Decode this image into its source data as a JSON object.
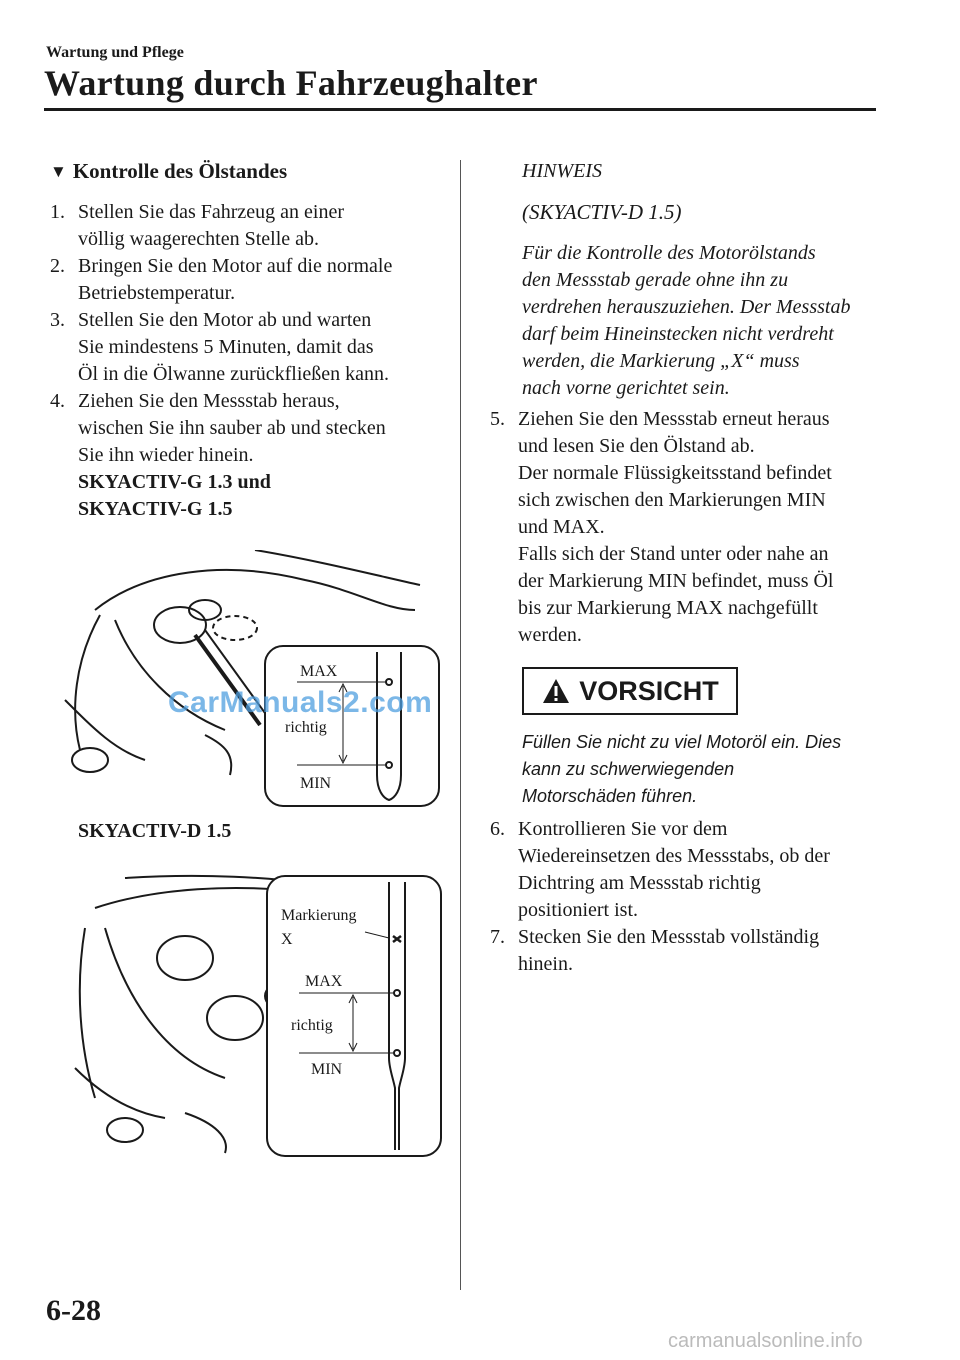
{
  "header": {
    "section": "Wartung und Pflege",
    "title": "Wartung durch Fahrzeughalter"
  },
  "left": {
    "heading": "Kontrolle des Ölstandes",
    "steps": [
      {
        "num": "1.",
        "lines": [
          "Stellen Sie das Fahrzeug an einer",
          "völlig waagerechten Stelle ab."
        ]
      },
      {
        "num": "2.",
        "lines": [
          "Bringen Sie den Motor auf die normale",
          "Betriebstemperatur."
        ]
      },
      {
        "num": "3.",
        "lines": [
          "Stellen Sie den Motor ab und warten",
          "Sie mindestens 5 Minuten, damit das",
          "Öl in die Ölwanne zurückfließen kann."
        ]
      },
      {
        "num": "4.",
        "lines": [
          "Ziehen Sie den Messstab heraus,",
          "wischen Sie ihn sauber ab und stecken",
          "Sie ihn wieder hinein."
        ]
      }
    ],
    "variant1_line1": "SKYACTIV-G 1.3 und",
    "variant1_line2": "SKYACTIV-G 1.5",
    "variant2": "SKYACTIV-D 1.5"
  },
  "figure1": {
    "max": "MAX",
    "mid": "richtig",
    "min": "MIN"
  },
  "figure2": {
    "mark_line1": "Markierung",
    "mark_line2": "X",
    "max": "MAX",
    "mid": "richtig",
    "min": "MIN"
  },
  "right": {
    "hinweis_title": "HINWEIS",
    "hinweis_sub": "(SKYACTIV-D 1.5)",
    "hinweis_lines": [
      "Für die Kontrolle des Motorölstands",
      "den Messstab gerade ohne ihn zu",
      "verdrehen herauszuziehen. Der Messstab",
      "darf beim Hineinstecken nicht verdreht",
      "werden, die Markierung „X“ muss",
      "nach vorne gerichtet sein."
    ],
    "step5_num": "5.",
    "step5_lines": [
      "Ziehen Sie den Messstab erneut heraus",
      "und lesen Sie den Ölstand ab."
    ],
    "step5_extra1": [
      "Der normale Flüssigkeitsstand befindet",
      "sich zwischen den Markierungen MIN",
      "und MAX."
    ],
    "step5_extra2": [
      "Falls sich der Stand unter oder nahe an",
      "der Markierung MIN befindet, muss Öl",
      "bis zur Markierung MAX nachgefüllt",
      "werden."
    ],
    "warning_label": "VORSICHT",
    "warning_lines": [
      "Füllen Sie nicht zu viel Motoröl ein. Dies",
      "kann zu schwerwiegenden",
      "Motorschäden führen."
    ],
    "step6_num": "6.",
    "step6_lines": [
      "Kontrollieren Sie vor dem",
      "Wiedereinsetzen des Messstabs, ob der",
      "Dichtring am Messstab richtig",
      "positioniert ist."
    ],
    "step7_num": "7.",
    "step7_lines": [
      "Stecken Sie den Messstab vollständig",
      "hinein."
    ]
  },
  "watermark": "CarManuals2.com",
  "page_number": "6-28",
  "footer": "carmanualsonline.info"
}
